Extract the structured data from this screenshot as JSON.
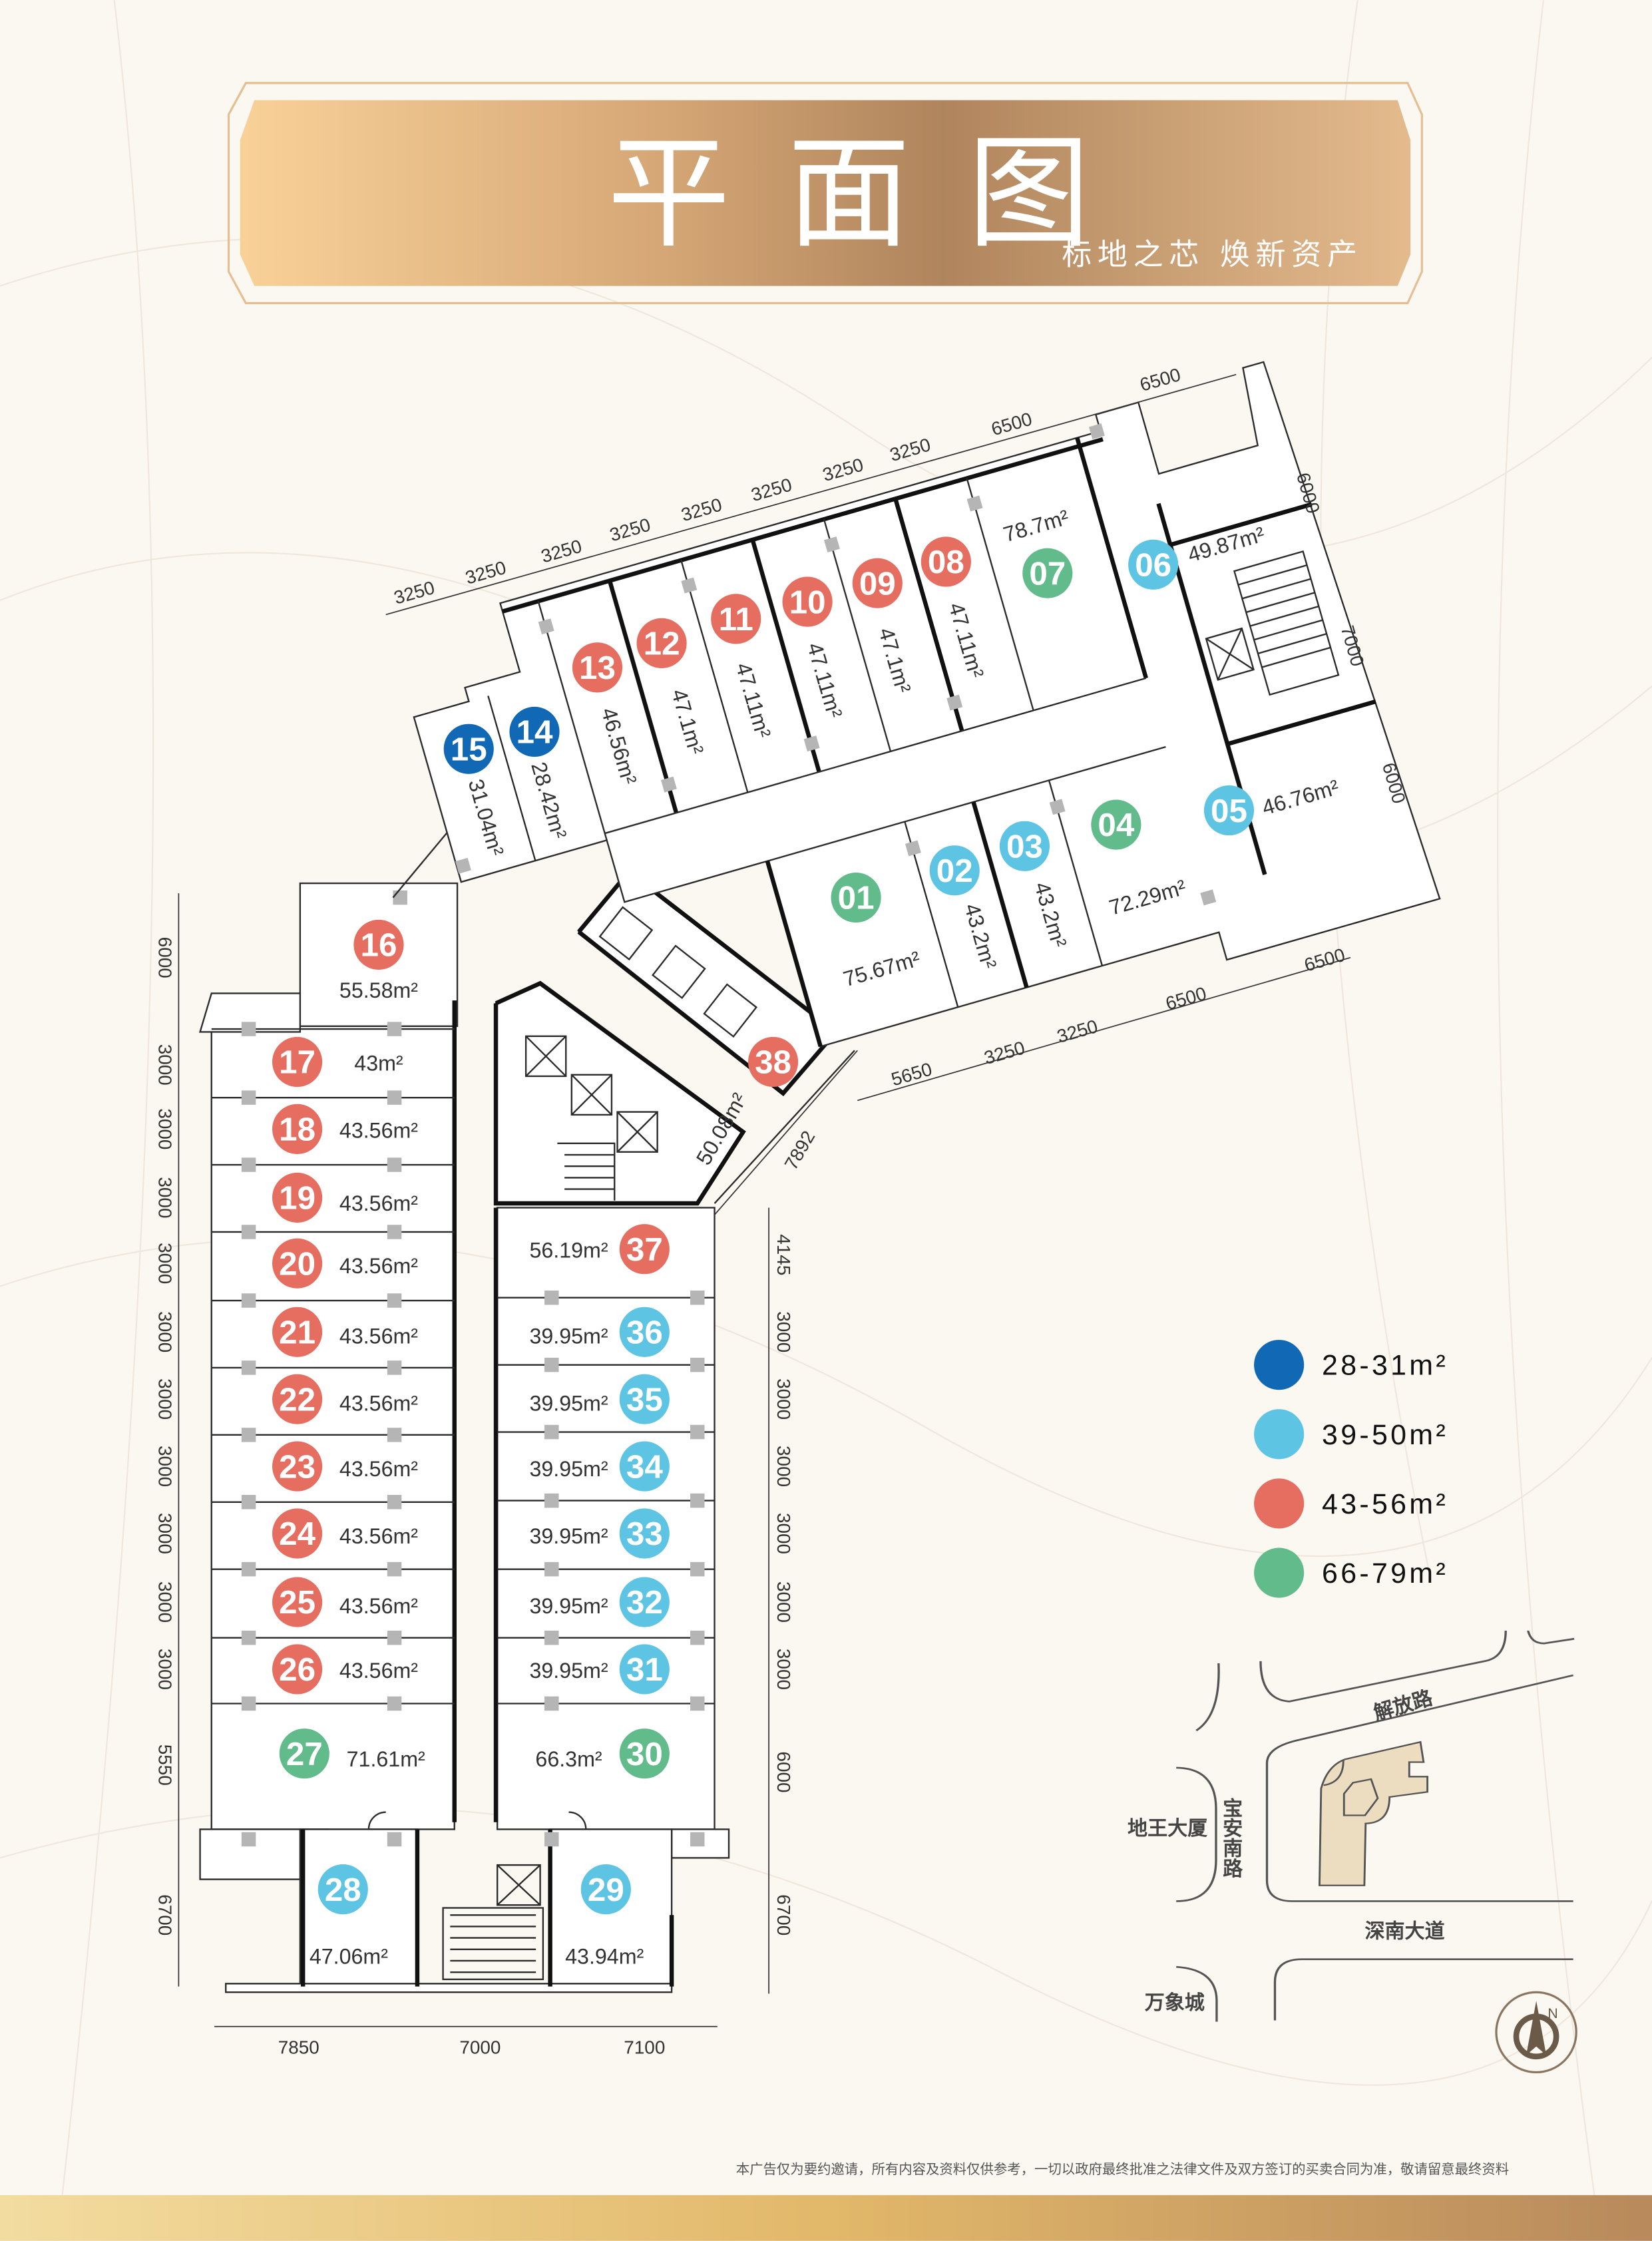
{
  "header": {
    "title": "平面图",
    "subtitle": "标地之芯 焕新资产"
  },
  "colors": {
    "28-31": "#1169b5",
    "39-50": "#5ec4e3",
    "43-56": "#e66e60",
    "66-79": "#62bb8a",
    "gold_light": "#f6cf98",
    "gold_dark": "#b08560"
  },
  "legend": [
    {
      "key": "28-31",
      "label": "28-31m²"
    },
    {
      "key": "39-50",
      "label": "39-50m²"
    },
    {
      "key": "43-56",
      "label": "43-56m²"
    },
    {
      "key": "66-79",
      "label": "66-79m²"
    }
  ],
  "units": [
    {
      "no": "01",
      "area": "75.67m²",
      "cat": "66-79"
    },
    {
      "no": "02",
      "area": "43.2m²",
      "cat": "39-50"
    },
    {
      "no": "03",
      "area": "43.2m²",
      "cat": "39-50"
    },
    {
      "no": "04",
      "area": "72.29m²",
      "cat": "66-79"
    },
    {
      "no": "05",
      "area": "46.76m²",
      "cat": "39-50"
    },
    {
      "no": "06",
      "area": "49.87m²",
      "cat": "39-50"
    },
    {
      "no": "07",
      "area": "78.7m²",
      "cat": "66-79"
    },
    {
      "no": "08",
      "area": "47.11m²",
      "cat": "43-56"
    },
    {
      "no": "09",
      "area": "47.1m²",
      "cat": "43-56"
    },
    {
      "no": "10",
      "area": "47.11m²",
      "cat": "43-56"
    },
    {
      "no": "11",
      "area": "47.11m²",
      "cat": "43-56"
    },
    {
      "no": "12",
      "area": "47.1m²",
      "cat": "43-56"
    },
    {
      "no": "13",
      "area": "46.56m²",
      "cat": "43-56"
    },
    {
      "no": "14",
      "area": "28.42m²",
      "cat": "28-31"
    },
    {
      "no": "15",
      "area": "31.04m²",
      "cat": "28-31"
    },
    {
      "no": "16",
      "area": "55.58m²",
      "cat": "43-56"
    },
    {
      "no": "17",
      "area": "43m²",
      "cat": "43-56"
    },
    {
      "no": "18",
      "area": "43.56m²",
      "cat": "43-56"
    },
    {
      "no": "19",
      "area": "43.56m²",
      "cat": "43-56"
    },
    {
      "no": "20",
      "area": "43.56m²",
      "cat": "43-56"
    },
    {
      "no": "21",
      "area": "43.56m²",
      "cat": "43-56"
    },
    {
      "no": "22",
      "area": "43.56m²",
      "cat": "43-56"
    },
    {
      "no": "23",
      "area": "43.56m²",
      "cat": "43-56"
    },
    {
      "no": "24",
      "area": "43.56m²",
      "cat": "43-56"
    },
    {
      "no": "25",
      "area": "43.56m²",
      "cat": "43-56"
    },
    {
      "no": "26",
      "area": "43.56m²",
      "cat": "43-56"
    },
    {
      "no": "27",
      "area": "71.61m²",
      "cat": "66-79"
    },
    {
      "no": "28",
      "area": "47.06m²",
      "cat": "39-50"
    },
    {
      "no": "29",
      "area": "43.94m²",
      "cat": "39-50"
    },
    {
      "no": "30",
      "area": "66.3m²",
      "cat": "66-79"
    },
    {
      "no": "31",
      "area": "39.95m²",
      "cat": "39-50"
    },
    {
      "no": "32",
      "area": "39.95m²",
      "cat": "39-50"
    },
    {
      "no": "33",
      "area": "39.95m²",
      "cat": "39-50"
    },
    {
      "no": "34",
      "area": "39.95m²",
      "cat": "39-50"
    },
    {
      "no": "35",
      "area": "39.95m²",
      "cat": "39-50"
    },
    {
      "no": "36",
      "area": "39.95m²",
      "cat": "39-50"
    },
    {
      "no": "37",
      "area": "56.19m²",
      "cat": "43-56"
    },
    {
      "no": "38",
      "area": "50.08m²",
      "cat": "43-56"
    }
  ],
  "dimensions": {
    "top": [
      "3250",
      "3250",
      "3250",
      "3250",
      "3250",
      "3250",
      "3250",
      "3250",
      "6500",
      "6500"
    ],
    "upper_right": [
      "6000",
      "7000",
      "6000"
    ],
    "angled_bottom": [
      "5650",
      "3250",
      "3250",
      "6500",
      "6500"
    ],
    "diagonal": "7892",
    "left": [
      "6000",
      "3000",
      "3000",
      "3000",
      "3000",
      "3000",
      "3000",
      "3000",
      "3000",
      "3000",
      "3000",
      "5550",
      "6700"
    ],
    "right": [
      "4145",
      "3000",
      "3000",
      "3000",
      "3000",
      "3000",
      "3000",
      "6000",
      "6700"
    ],
    "bottom": [
      "7850",
      "7000",
      "7100"
    ]
  },
  "location_map": {
    "roads": [
      "解放路",
      "宝安南路",
      "深南大道"
    ],
    "landmarks": [
      "地王大厦",
      "万象城"
    ],
    "compass": "N"
  },
  "disclaimer": "本广告仅为要约邀请，所有内容及资料仅供参考，一切以政府最终批准之法律文件及双方签订的买卖合同为准，敬请留意最终资料"
}
